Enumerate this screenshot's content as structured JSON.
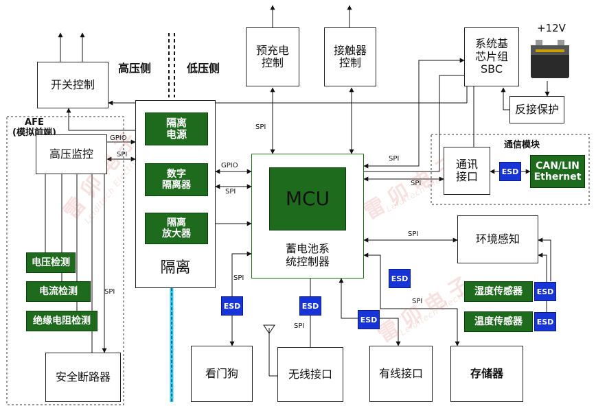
{
  "headers": {
    "high_side": "高压侧",
    "low_side": "低压侧"
  },
  "blocks": {
    "switch_control": "开关控制",
    "afe_title": "AFE\n(模拟前端)",
    "hv_monitor": "高压监控",
    "voltage_detect": "电压检测",
    "current_detect": "电流检测",
    "insulation_detect": "绝缘电阻检测",
    "safety_breaker": "安全断路器",
    "iso_power": "隔离\n电源",
    "digital_isolator": "数字\n隔离器",
    "iso_amp": "隔离\n放大器",
    "isolation": "隔离",
    "precharge": "预充电\n控制",
    "contactor": "接触器\n控制",
    "sbc": "系统基\n芯片组\nSBC",
    "battery_voltage": "+12V",
    "reverse_protect": "反接保护",
    "comm_module_title": "通信模块",
    "comm_interface": "通讯\n接口",
    "can_lin": "CAN/LIN\nEthernet",
    "mcu": "MCU",
    "bms": "蓄电池系\n统控制器",
    "env_sense": "环境感知",
    "humidity": "湿度传感器",
    "temperature": "温度传感器",
    "watchdog": "看门狗",
    "wireless": "无线接口",
    "wired": "有线接口",
    "storage": "存储器"
  },
  "labels": {
    "gpio": "GPIO",
    "spi": "SPI",
    "esd": "ESD"
  },
  "watermark": {
    "cn": "雷卯电子",
    "en": "Leiditech Electronic"
  },
  "colors": {
    "green_block": "#1e6b1e",
    "esd_blue": "#1734d6",
    "isolation_cyan": "#33c8f0",
    "line": "#111111"
  }
}
